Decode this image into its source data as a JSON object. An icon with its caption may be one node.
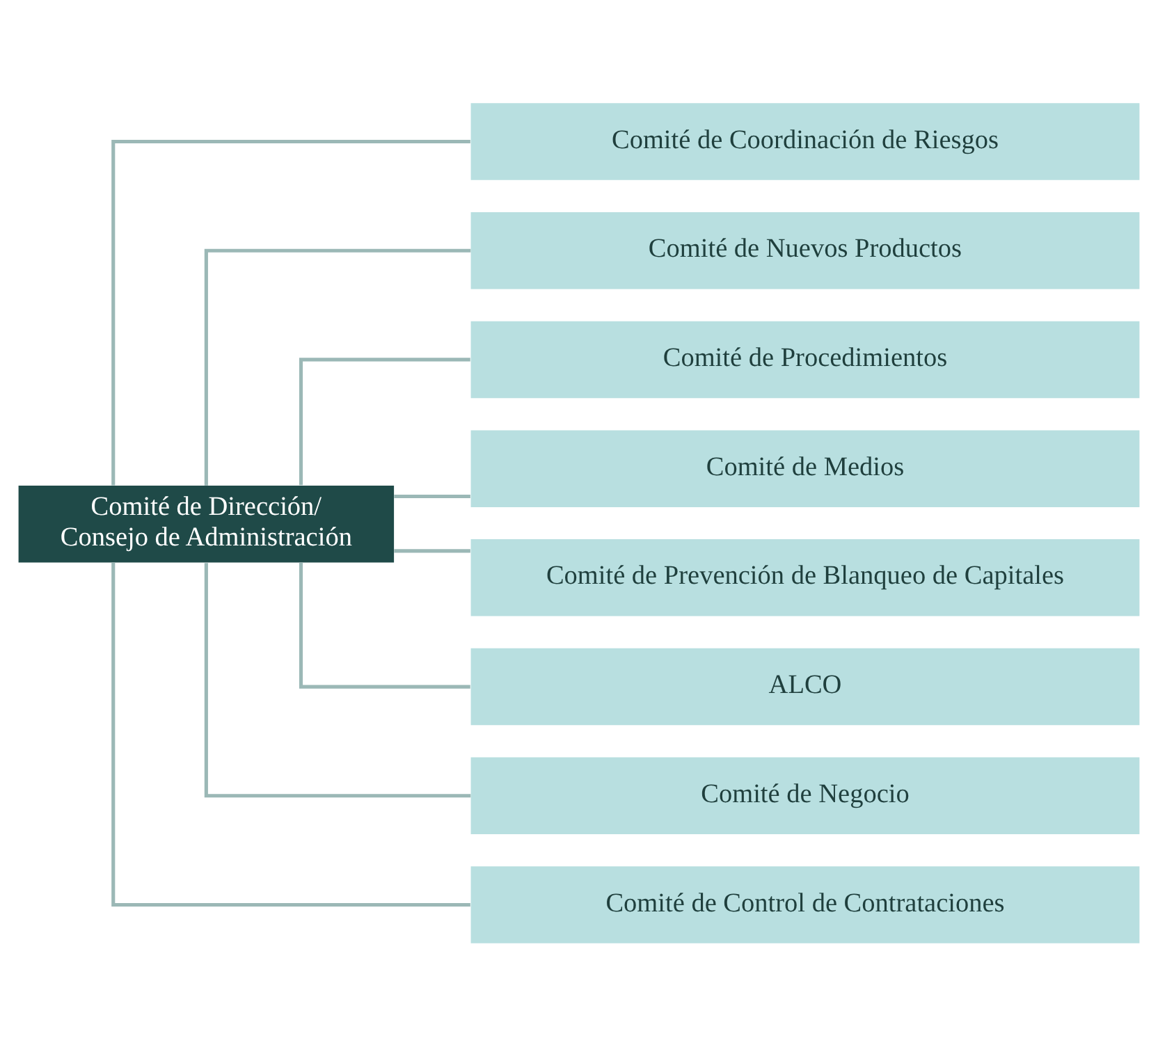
{
  "diagram": {
    "nodes": [
      {
        "text": [
          "Comité de Dirección/ Consejo de Administración"
        ]
      },
      {
        "text": [
          "Comité de Coordinación de Riesgos"
        ]
      },
      {
        "text": [
          "Comité de Nuevos Productos"
        ]
      },
      {
        "text": [
          "Comité de Procedimientos"
        ]
      },
      {
        "text": [
          "Comité de Medios"
        ]
      },
      {
        "text": [
          "Comité de Prevención de Blanqueo de Capitales"
        ]
      },
      {
        "text": [
          "ALCO"
        ]
      },
      {
        "text": [
          "Comité de Negocio"
        ]
      },
      {
        "text": [
          "Comité de Control de Contrataciones"
        ]
      }
    ],
    "edges": [
      {
        "from": 0,
        "to": 1,
        "arrow": "none"
      },
      {
        "from": 0,
        "to": 2,
        "arrow": "none"
      },
      {
        "from": 0,
        "to": 3,
        "arrow": "none"
      },
      {
        "from": 0,
        "to": 4,
        "arrow": "none"
      },
      {
        "from": 0,
        "to": 5,
        "arrow": "none"
      },
      {
        "from": 0,
        "to": 6,
        "arrow": "none"
      },
      {
        "from": 0,
        "to": 7,
        "arrow": "none"
      },
      {
        "from": 0,
        "to": 8,
        "arrow": "none"
      }
    ]
  }
}
